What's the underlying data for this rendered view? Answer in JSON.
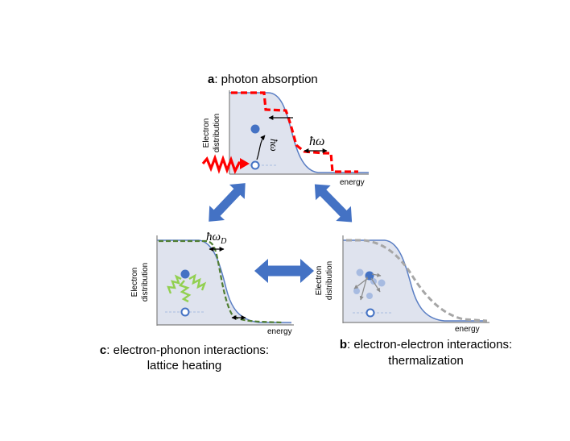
{
  "panels": {
    "a": {
      "letter": "a",
      "caption": ": photon absorption",
      "ylabel_line1": "Electron",
      "ylabel_line2": "distribution",
      "xlabel": "energy",
      "symbol_photon": "ħω",
      "symbol_photon_vertical": "ħω"
    },
    "c": {
      "letter": "c",
      "caption_line1": ": electron-phonon interactions:",
      "caption_line2": "lattice heating",
      "ylabel_line1": "Electron",
      "ylabel_line2": "distribution",
      "xlabel": "energy",
      "symbol_phonon_main": "ħω",
      "symbol_phonon_sub": "D"
    },
    "b": {
      "letter": "b",
      "caption_line1": ": electron-electron interactions:",
      "caption_line2": "thermalization",
      "ylabel_line1": "Electron",
      "ylabel_line2": "distribution",
      "xlabel": "energy"
    }
  },
  "colors": {
    "fill": "#dfe3ee",
    "fermi_curve": "#5b7fc4",
    "excited_red": "#ff0000",
    "phonon_green": "#507e32",
    "hot_gray": "#a6a6a6",
    "arrow_blue": "#4472c4",
    "wiggle_green": "#92d050",
    "electron_blue": "#4472c4"
  }
}
